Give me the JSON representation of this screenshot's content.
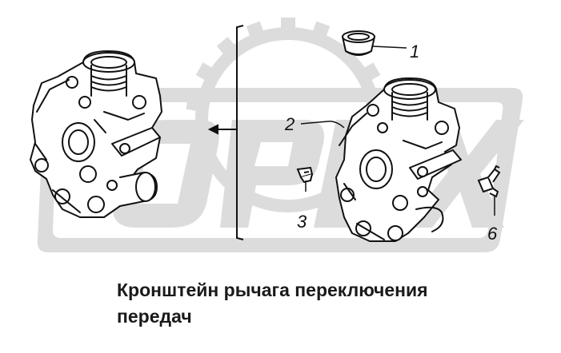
{
  "caption": {
    "line1": "Кронштейн рычага переключения",
    "line2": "передач"
  },
  "callouts": [
    {
      "id": "1",
      "label": "1"
    },
    {
      "id": "2",
      "label": "2"
    },
    {
      "id": "3",
      "label": "3"
    },
    {
      "id": "6",
      "label": "6"
    }
  ],
  "watermark": {
    "text": "OPEX",
    "color": "#dcdcdc"
  },
  "colors": {
    "line": "#111111",
    "watermark": "#dcdcdc",
    "background": "#ffffff"
  }
}
